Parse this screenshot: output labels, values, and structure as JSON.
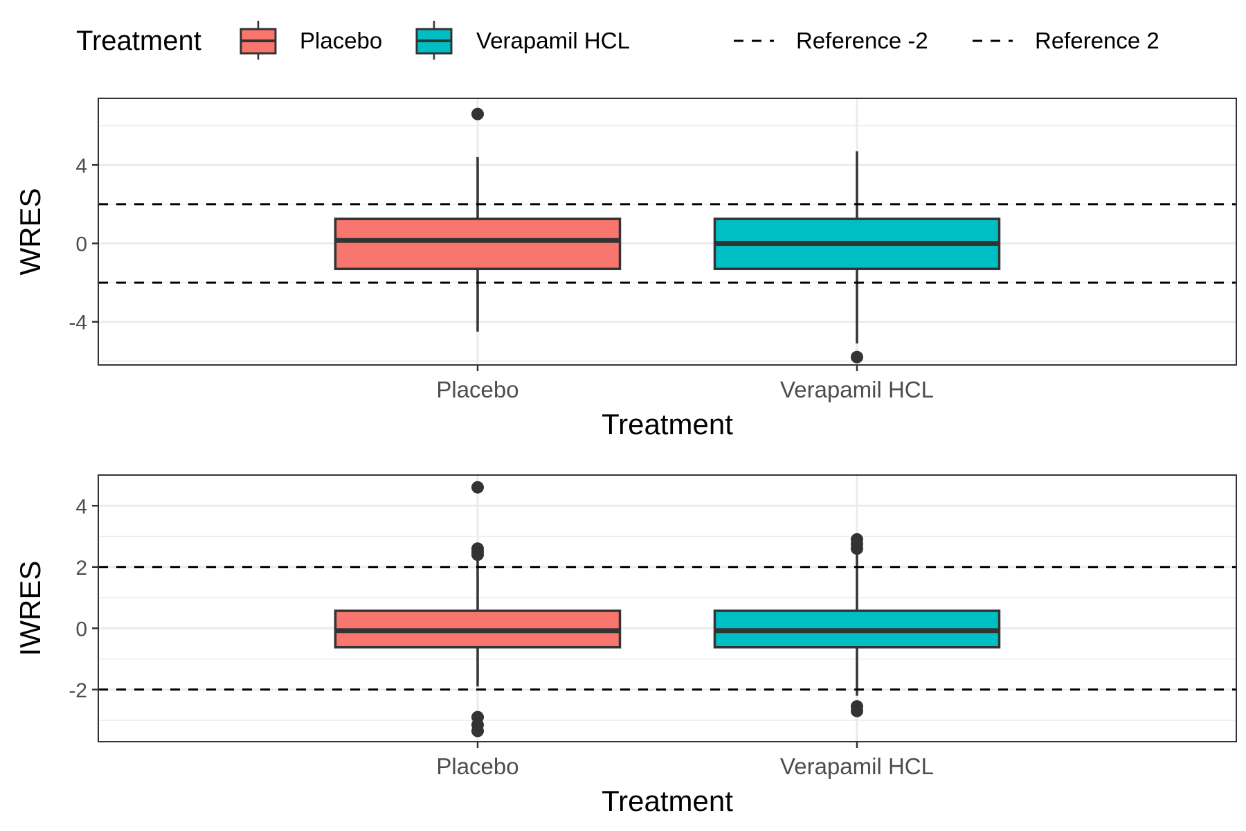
{
  "legend": {
    "fill_title": "Treatment",
    "fill_items": [
      {
        "label": "Placebo",
        "color": "#F8766D"
      },
      {
        "label": "Verapamil HCL",
        "color": "#00BFC4"
      }
    ],
    "line_items": [
      {
        "label": "Reference -2"
      },
      {
        "label": "Reference 2"
      }
    ],
    "position": "top"
  },
  "chart_data": [
    {
      "type": "box",
      "xlabel": "Treatment",
      "ylabel": "WRES",
      "categories": [
        "Placebo",
        "Verapamil HCL"
      ],
      "ylim": [
        -6.2,
        7.4
      ],
      "yticks": [
        -4,
        0,
        4
      ],
      "ytick_labels": [
        "-4",
        "0",
        "4"
      ],
      "grid": true,
      "reference_lines": [
        -2,
        2
      ],
      "boxes": [
        {
          "category": "Placebo",
          "color": "#F8766D",
          "q1": -1.3,
          "median": 0.15,
          "q3": 1.25,
          "whisker_low": -4.5,
          "whisker_high": 4.4,
          "outliers": [
            6.6
          ]
        },
        {
          "category": "Verapamil HCL",
          "color": "#00BFC4",
          "q1": -1.3,
          "median": 0.0,
          "q3": 1.25,
          "whisker_low": -5.1,
          "whisker_high": 4.7,
          "outliers": [
            -5.8
          ]
        }
      ]
    },
    {
      "type": "box",
      "xlabel": "Treatment",
      "ylabel": "IWRES",
      "categories": [
        "Placebo",
        "Verapamil HCL"
      ],
      "ylim": [
        -3.7,
        5.0
      ],
      "yticks": [
        -2,
        0,
        2,
        4
      ],
      "ytick_labels": [
        "-2",
        "0",
        "2",
        "4"
      ],
      "grid": true,
      "reference_lines": [
        -2,
        2
      ],
      "boxes": [
        {
          "category": "Placebo",
          "color": "#F8766D",
          "q1": -0.62,
          "median": -0.08,
          "q3": 0.57,
          "whisker_low": -1.9,
          "whisker_high": 2.3,
          "outliers": [
            4.6,
            2.6,
            2.5,
            2.4,
            -2.9,
            -3.15,
            -3.35
          ]
        },
        {
          "category": "Verapamil HCL",
          "color": "#00BFC4",
          "q1": -0.62,
          "median": -0.08,
          "q3": 0.57,
          "whisker_low": -2.2,
          "whisker_high": 2.5,
          "outliers": [
            2.9,
            2.75,
            2.6,
            -2.55,
            -2.7
          ]
        }
      ]
    }
  ]
}
